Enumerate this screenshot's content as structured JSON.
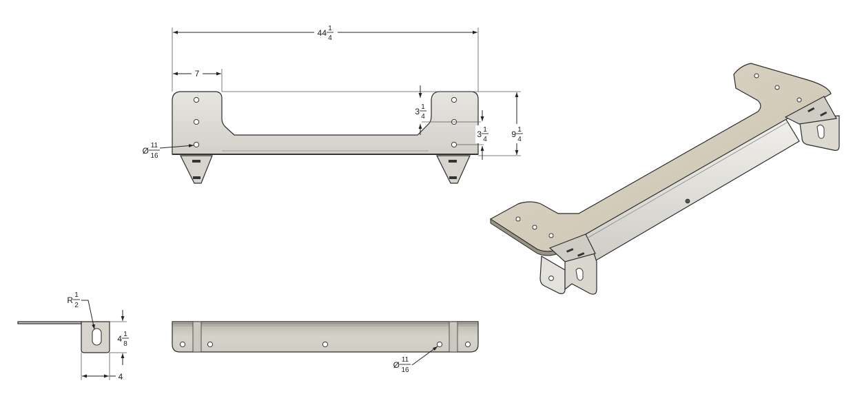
{
  "top_view": {
    "overall_length": {
      "whole": "44",
      "num": "1",
      "den": "4"
    },
    "left_offset": {
      "whole": "7"
    },
    "overall_height": {
      "whole": "9",
      "num": "1",
      "den": "4"
    },
    "hole_spacing": {
      "whole": "3",
      "num": "1",
      "den": "4"
    },
    "hole_to_bottom": {
      "whole": "3",
      "num": "1",
      "den": "4"
    },
    "hole_diameter": {
      "prefix": "Ø",
      "num": "11",
      "den": "16"
    }
  },
  "side_view": {
    "radius": {
      "prefix": "R",
      "num": "1",
      "den": "2"
    },
    "height": {
      "whole": "4",
      "num": "1",
      "den": "8"
    },
    "width": {
      "whole": "4"
    }
  },
  "front_view": {
    "hole_diameter": {
      "prefix": "Ø",
      "num": "11",
      "den": "16"
    }
  },
  "colors": {
    "part_fill": "#d9d8d2",
    "part_fill_dark": "#c9c7bf",
    "iso_top": "#d8d2c4",
    "iso_side": "#e4e2dc",
    "line": "#222222"
  }
}
